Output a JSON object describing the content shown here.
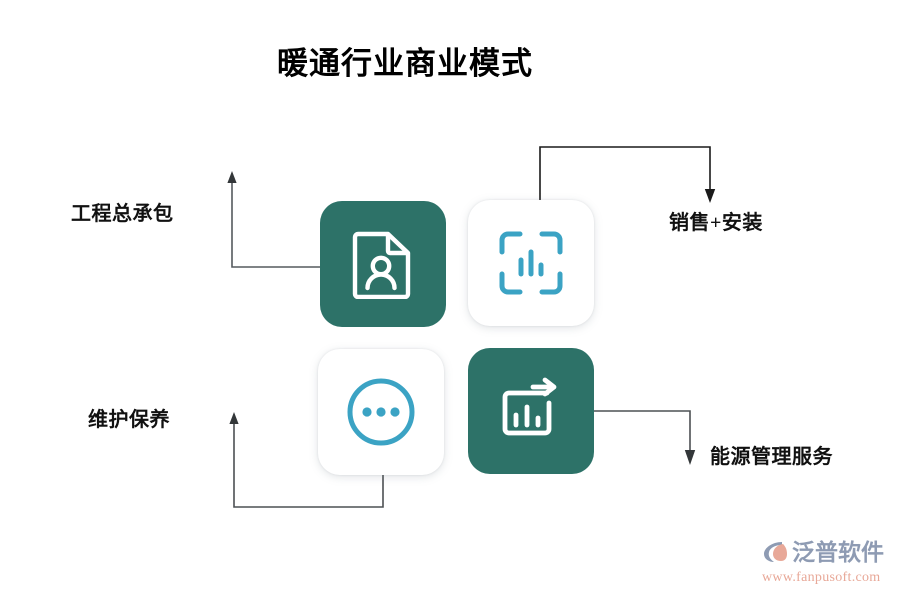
{
  "page": {
    "title": "暖通行业商业模式",
    "background_color": "#ffffff"
  },
  "palette": {
    "green": "#2d7268",
    "blue": "#3ba3c4",
    "card_white": "#ffffff",
    "line": "#1a1a1a",
    "label_text": "#111111",
    "watermark_brand": "#8e9bb3",
    "watermark_url": "#e8a898"
  },
  "diagram": {
    "type": "quadrant-flow",
    "cards": [
      {
        "id": "contract",
        "icon": "document-person-icon",
        "style": "green",
        "position": "top-left",
        "label_ref": "epc"
      },
      {
        "id": "analytics",
        "icon": "bar-chart-scan-icon",
        "style": "white",
        "position": "top-right",
        "label_ref": "sales"
      },
      {
        "id": "maintenance",
        "icon": "circle-ellipsis-icon",
        "style": "white",
        "position": "bottom-left",
        "label_ref": "maintenance"
      },
      {
        "id": "energy",
        "icon": "bar-chart-arrow-icon",
        "style": "green",
        "position": "bottom-right",
        "label_ref": "energy"
      }
    ],
    "labels": {
      "epc": "工程总承包",
      "sales": "销售+安装",
      "maintenance": "维护保养",
      "energy": "能源管理服务"
    },
    "connectors": [
      {
        "id": "contract-to-epc",
        "from": "contract",
        "to": "epc",
        "shape": "left-then-up"
      },
      {
        "id": "analytics-to-sales",
        "from": "analytics",
        "to": "sales",
        "shape": "up-right-then-down"
      },
      {
        "id": "maintenance-to-maintenance-label",
        "from": "maintenance",
        "to": "maintenance",
        "shape": "down-left-then-up"
      },
      {
        "id": "energy-to-energy-label",
        "from": "energy",
        "to": "energy",
        "shape": "right-then-down"
      }
    ]
  },
  "watermark": {
    "logo_icon": "fanpu-swoosh-logo",
    "brand": "泛普软件",
    "url": "www.fanpusoft.com"
  }
}
